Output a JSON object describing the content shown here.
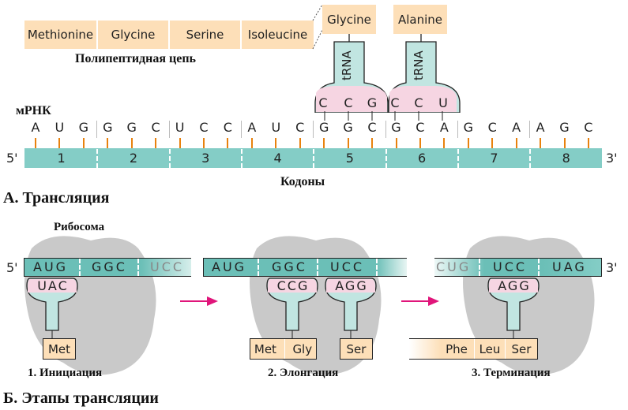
{
  "section_a": {
    "title": "А.  Трансляция",
    "polypeptide": [
      "Methionine",
      "Glycine",
      "Serine",
      "Isoleucine"
    ],
    "polypeptide_label": "Полипептидная цепь",
    "incoming_aa": [
      {
        "name": "Glycine",
        "trna_label": "tRNA",
        "anticodon": [
          "C",
          "C",
          "G"
        ]
      },
      {
        "name": "Alanine",
        "trna_label": "tRNA",
        "anticodon": [
          "C",
          "C",
          "U"
        ]
      }
    ],
    "mrna_label": "мРНК",
    "five_prime": "5'",
    "three_prime": "3'",
    "nucleotides": [
      "A",
      "U",
      "G",
      "G",
      "G",
      "C",
      "U",
      "C",
      "C",
      "A",
      "U",
      "C",
      "G",
      "G",
      "C",
      "G",
      "C",
      "A",
      "G",
      "C",
      "A",
      "A",
      "G",
      "C"
    ],
    "codon_numbers": [
      "1",
      "2",
      "3",
      "4",
      "5",
      "6",
      "7",
      "8"
    ],
    "codons_label": "Кодоны"
  },
  "section_b": {
    "title": "Б.  Этапы трансляции",
    "ribosome_label": "Рибосома",
    "five_prime": "5'",
    "three_prime": "3'",
    "stages": [
      {
        "label": "1. Инициация",
        "codons": [
          "AUG",
          "GGC",
          "UCC"
        ],
        "anticodons": [
          "UAC"
        ],
        "amino_acids": [
          "Met"
        ]
      },
      {
        "label": "2. Элонгация",
        "codons": [
          "AUG",
          "GGC",
          "UCC"
        ],
        "anticodons": [
          "CCG",
          "AGG"
        ],
        "amino_acids": [
          "Met",
          "Gly",
          "Ser"
        ]
      },
      {
        "label": "3. Терминация",
        "codons": [
          "CUG",
          "UCC",
          "UAG"
        ],
        "anticodons": [
          "AGG"
        ],
        "amino_acids": [
          "Phe",
          "Leu",
          "Ser"
        ]
      }
    ]
  },
  "colors": {
    "mrna": "#84cdc6",
    "amino_acid": "#fddfb8",
    "anticodon": "#f6d5e2",
    "trna": "#c1e5e1",
    "ribosome": "#c9c9c9",
    "tick": "#e8820e",
    "arrow": "#e0157a"
  }
}
